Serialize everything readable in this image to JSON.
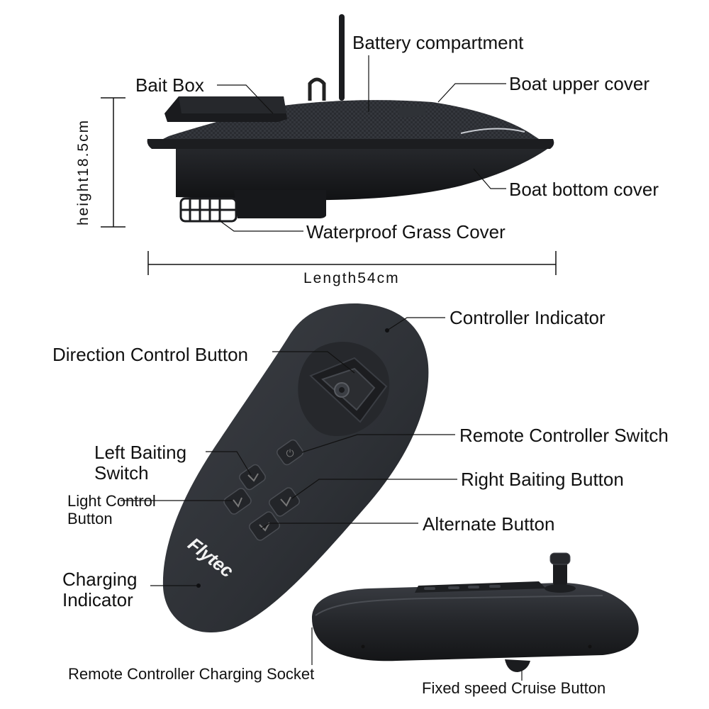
{
  "boat": {
    "labels": {
      "battery_compartment": "Battery compartment",
      "bait_box": "Bait Box",
      "upper_cover": "Boat upper cover",
      "bottom_cover": "Boat bottom cover",
      "grass_cover": "Waterproof Grass Cover"
    },
    "height_label": "height18.5cm",
    "length_label": "Length54cm"
  },
  "remote": {
    "brand": "Flytec",
    "labels": {
      "controller_indicator": "Controller Indicator",
      "direction_control_button": "Direction Control Button",
      "remote_controller_switch": "Remote Controller Switch",
      "left_baiting_switch": "Left Baiting Switch",
      "right_baiting_button": "Right Baiting Button",
      "light_control_button": "Light Control Button",
      "alternate_button": "Alternate Button",
      "charging_indicator": "Charging Indicator",
      "charging_socket": "Remote Controller Charging Socket",
      "fixed_speed_cruise_button": "Fixed speed Cruise Button"
    }
  },
  "colors": {
    "product_body": "#2b2d31",
    "product_dark": "#17181b",
    "leader_line": "#111111"
  }
}
